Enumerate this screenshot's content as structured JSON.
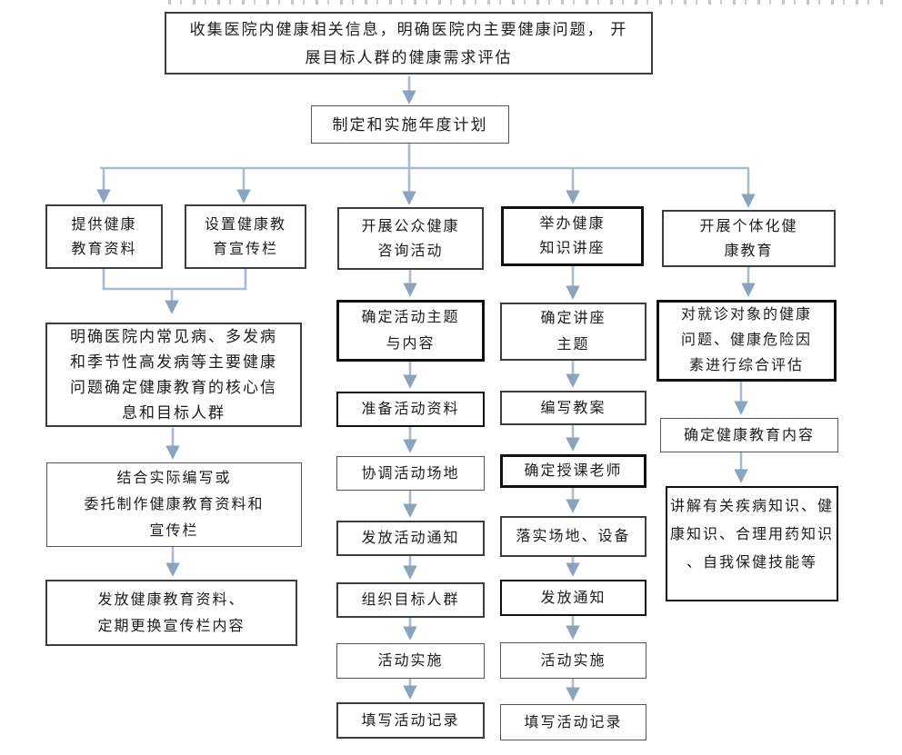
{
  "colors": {
    "arrow_stem": "#a9bcd0",
    "arrow_head": "#8ba3bd",
    "box_border": "#3d3d3d",
    "box_border_dark": "#111111",
    "text": "#1c1c1c"
  },
  "diagram": {
    "type": "flowchart",
    "nodes": {
      "collect": {
        "label": "收集医院内健康相关信息，明确医院内主要健康问题， 开\n展目标人群的健康需求评估"
      },
      "plan": {
        "label": "制定和实施年度计划"
      },
      "provide": {
        "label": "提供健康\n教育资料"
      },
      "board": {
        "label": "设置健康教\n育宣传栏"
      },
      "consult": {
        "label": "开展公众健康\n咨询活动"
      },
      "lecture": {
        "label": "举办健康\n知识讲座"
      },
      "individual": {
        "label": "开展个体化健\n康教育"
      },
      "identify": {
        "label": "明确医院内常见病、多发病\n和季节性高发病等主要健康\n问题确定健康教育的核心信\n息和目标人群"
      },
      "compile": {
        "label": "结合实际编写或\n委托制作健康教育资料和\n宣传栏"
      },
      "distribute": {
        "label": "发放健康教育资料、\n定期更换宣传栏内容"
      },
      "theme": {
        "label": "确定活动主题\n与内容"
      },
      "materials": {
        "label": "准备活动资料"
      },
      "venue": {
        "label": "协调活动场地"
      },
      "notice": {
        "label": "发放活动通知"
      },
      "organize": {
        "label": "组织目标人群"
      },
      "implement3": {
        "label": "活动实施"
      },
      "record3": {
        "label": "填写活动记录"
      },
      "ltheme": {
        "label": "确定讲座\n主题"
      },
      "lessonplan": {
        "label": "编写教案"
      },
      "teacher": {
        "label": "确定授课老师"
      },
      "venue4": {
        "label": "落实场地、设备"
      },
      "notify4": {
        "label": "发放通知"
      },
      "implement4": {
        "label": "活动实施"
      },
      "record4": {
        "label": "填写活动记录"
      },
      "assess": {
        "label": "对就诊对象的健康\n问题、健康危险因\n素进行综合评估"
      },
      "content5": {
        "label": "确定健康教育内容"
      },
      "explain": {
        "label": "讲解有关疾病知识、健\n康知识、合理用药知识\n、自我保健技能等"
      }
    }
  }
}
